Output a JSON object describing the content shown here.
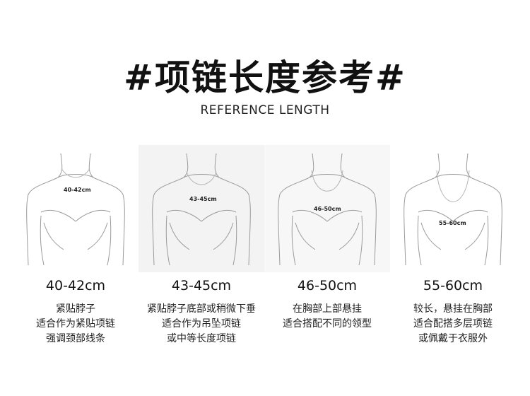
{
  "header": {
    "title": "#项链长度参考#",
    "subtitle": "REFERENCE LENGTH"
  },
  "columns": [
    {
      "label": "40-42cm",
      "size": "40-42cm",
      "lines": [
        "紧贴脖子",
        "适合作为紧贴项链",
        "强调颈部线条"
      ]
    },
    {
      "label": "43-45cm",
      "size": "43-45cm",
      "lines": [
        "紧贴脖子底部或稍微下垂",
        "适合作为吊坠项链",
        "或中等长度项链"
      ]
    },
    {
      "label": "46-50cm",
      "size": "46-50cm",
      "lines": [
        "在胸部上部悬挂",
        "适合搭配不同的领型"
      ]
    },
    {
      "label": "55-60cm",
      "size": "55-60cm",
      "lines": [
        "较长，悬挂在胸部",
        "适合配搭多层项链",
        "或佩戴于衣服外"
      ]
    }
  ],
  "colors": {
    "outline": "#9a9a9a",
    "text": "#1a1a1a",
    "panel": "#f3f3f3"
  }
}
